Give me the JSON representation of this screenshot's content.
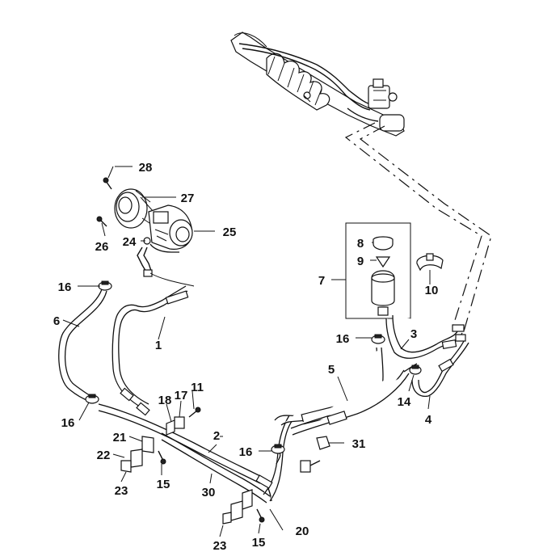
{
  "callouts": [
    {
      "id": "c1",
      "label": "1"
    },
    {
      "id": "c2",
      "label": "2"
    },
    {
      "id": "c3",
      "label": "3"
    },
    {
      "id": "c4",
      "label": "4"
    },
    {
      "id": "c5",
      "label": "5"
    },
    {
      "id": "c6",
      "label": "6"
    },
    {
      "id": "c7",
      "label": "7"
    },
    {
      "id": "c8",
      "label": "8"
    },
    {
      "id": "c9",
      "label": "9"
    },
    {
      "id": "c10",
      "label": "10"
    },
    {
      "id": "c11",
      "label": "11"
    },
    {
      "id": "c14",
      "label": "14"
    },
    {
      "id": "c15a",
      "label": "15"
    },
    {
      "id": "c15b",
      "label": "15"
    },
    {
      "id": "c16a",
      "label": "16"
    },
    {
      "id": "c16b",
      "label": "16"
    },
    {
      "id": "c16c",
      "label": "16"
    },
    {
      "id": "c16d",
      "label": "16"
    },
    {
      "id": "c17",
      "label": "17"
    },
    {
      "id": "c18",
      "label": "18"
    },
    {
      "id": "c20",
      "label": "20"
    },
    {
      "id": "c21",
      "label": "21"
    },
    {
      "id": "c22",
      "label": "22"
    },
    {
      "id": "c23a",
      "label": "23"
    },
    {
      "id": "c23b",
      "label": "23"
    },
    {
      "id": "c24",
      "label": "24"
    },
    {
      "id": "c25",
      "label": "25"
    },
    {
      "id": "c26",
      "label": "26"
    },
    {
      "id": "c27",
      "label": "27"
    },
    {
      "id": "c28",
      "label": "28"
    },
    {
      "id": "c30",
      "label": "30"
    },
    {
      "id": "c31",
      "label": "31"
    }
  ]
}
